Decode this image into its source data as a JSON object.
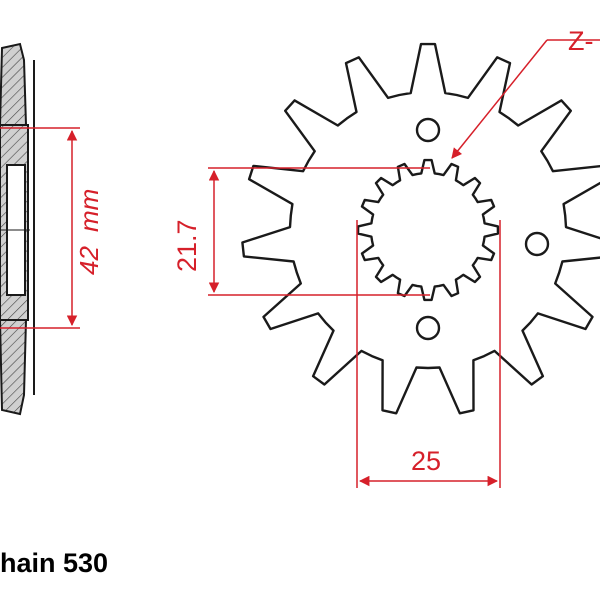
{
  "dimensions": {
    "height_label": "42",
    "height_unit": "mm",
    "inner_height_label": "21.7",
    "bore_label": "25",
    "teeth_label": "Z-"
  },
  "caption": {
    "chain_label": "hain 530"
  },
  "colors": {
    "outline": "#1a1a1a",
    "dimension": "#d6202a",
    "hatch_fill": "#c9c9c9",
    "background": "#ffffff"
  },
  "sprocket": {
    "teeth": 15,
    "spline_teeth": 16
  }
}
